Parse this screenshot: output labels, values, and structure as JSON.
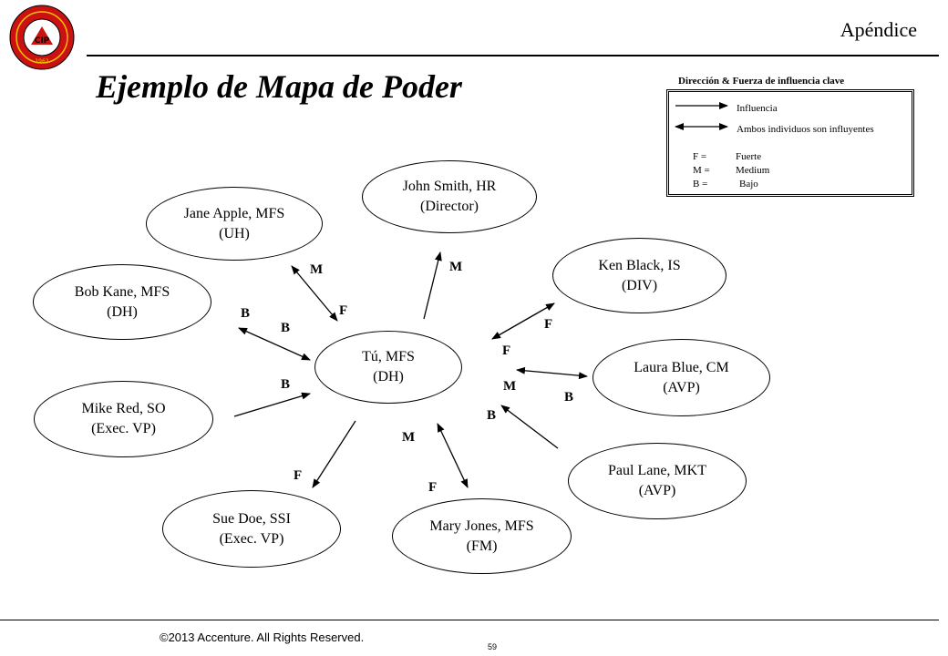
{
  "header": {
    "section": "Apéndice",
    "title": "Ejemplo de Mapa de Poder"
  },
  "logo": {
    "ring_text": "COLEGIO DE INGENIEROS DEL PERÚ",
    "year": "1962",
    "monogram": "CIP",
    "colors": {
      "outer": "#cc1111",
      "ring": "#000000",
      "text": "#f2c200"
    }
  },
  "legend": {
    "title": "Dirección & Fuerza de influencia clave",
    "influence": "Influencia",
    "both": "Ambos individuos son influyentes",
    "f": "F  =",
    "f_val": "Fuerte",
    "m": "M =",
    "m_val": "Medium",
    "b": "B =",
    "b_val": "Bajo"
  },
  "nodes": {
    "tu": {
      "line1": "Tú, MFS",
      "line2": "(DH)"
    },
    "john": {
      "line1": "John Smith, HR",
      "line2": "(Director)"
    },
    "jane": {
      "line1": "Jane Apple, MFS",
      "line2": "(UH)"
    },
    "bob": {
      "line1": "Bob Kane, MFS",
      "line2": "(DH)"
    },
    "mike": {
      "line1": "Mike Red, SO",
      "line2": "(Exec. VP)"
    },
    "sue": {
      "line1": "Sue Doe, SSI",
      "line2": "(Exec. VP)"
    },
    "mary": {
      "line1": "Mary Jones, MFS",
      "line2": "(FM)"
    },
    "paul": {
      "line1": "Paul Lane, MKT",
      "line2": "(AVP)"
    },
    "laura": {
      "line1": "Laura Blue, CM",
      "line2": "(AVP)"
    },
    "ken": {
      "line1": "Ken Black, IS",
      "line2": "(DIV)"
    }
  },
  "labels": {
    "jane_m": "M",
    "jane_f": "F",
    "bob_b1": "B",
    "bob_b2": "B",
    "mike_b": "B",
    "john_m": "M",
    "ken_f1": "F",
    "ken_f2": "F",
    "laura_m": "M",
    "laura_b": "B",
    "paul_b": "B",
    "mary_m": "M",
    "mary_f": "F",
    "sue_f": "F"
  },
  "footer": {
    "copyright": "©2013 Accenture. All Rights Reserved.",
    "page": "59"
  }
}
